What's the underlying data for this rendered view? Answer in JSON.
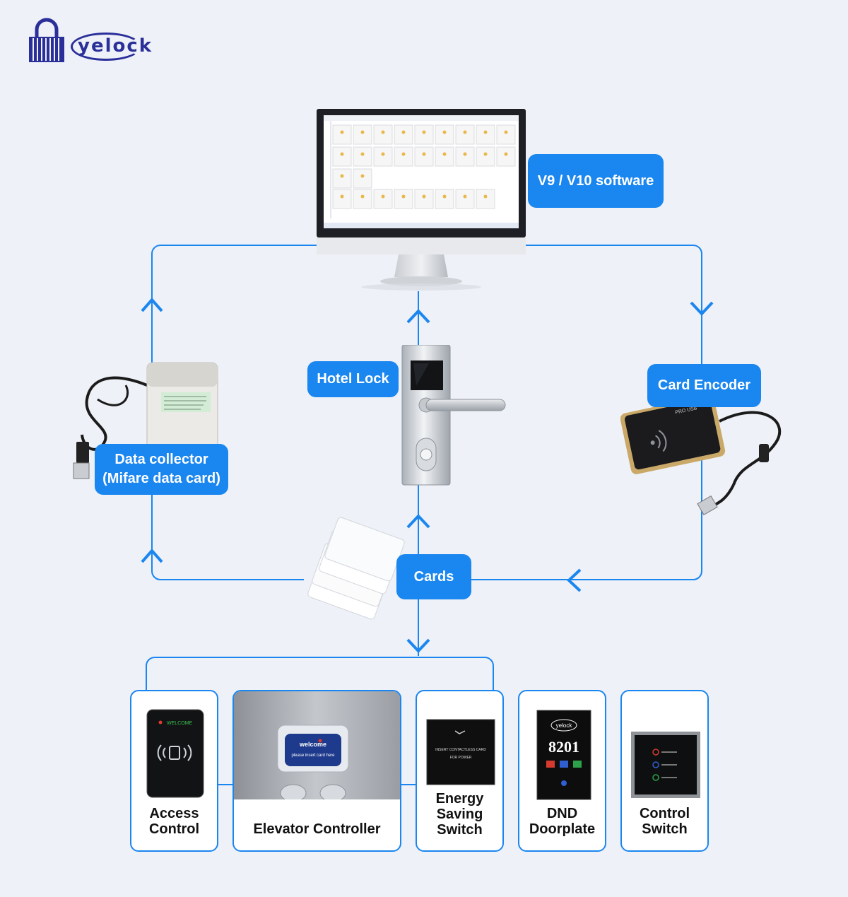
{
  "brand": {
    "name": "yelock"
  },
  "nodes": {
    "software": "V9 / V10 software",
    "hotel_lock": "Hotel Lock",
    "card_encoder": "Card Encoder",
    "data_collector_line1": "Data collector",
    "data_collector_line2": "(Mifare data card)",
    "cards": "Cards"
  },
  "devices": [
    {
      "line1": "Access",
      "line2": "Control"
    },
    {
      "line1": "Elevator Controller"
    },
    {
      "line1": "Energy",
      "line2": "Saving",
      "line3": "Switch"
    },
    {
      "line1": "DND",
      "line2": "Doorplate"
    },
    {
      "line1": "Control",
      "line2": "Switch"
    }
  ],
  "device_screens": {
    "access_welcome": "WELCOME",
    "elevator_welcome": "welcome",
    "elevator_hint": "please insert card here",
    "energy_text": "INSERT CONTACTLESS CARD",
    "energy_sub": "FOR POWER",
    "doorplate_brand": "yelock",
    "doorplate_number": "8201",
    "encoder_brand": "PRO USB"
  },
  "colors": {
    "accent": "#1a86f0",
    "brand": "#2a2f9a",
    "background": "#eef1f7"
  }
}
